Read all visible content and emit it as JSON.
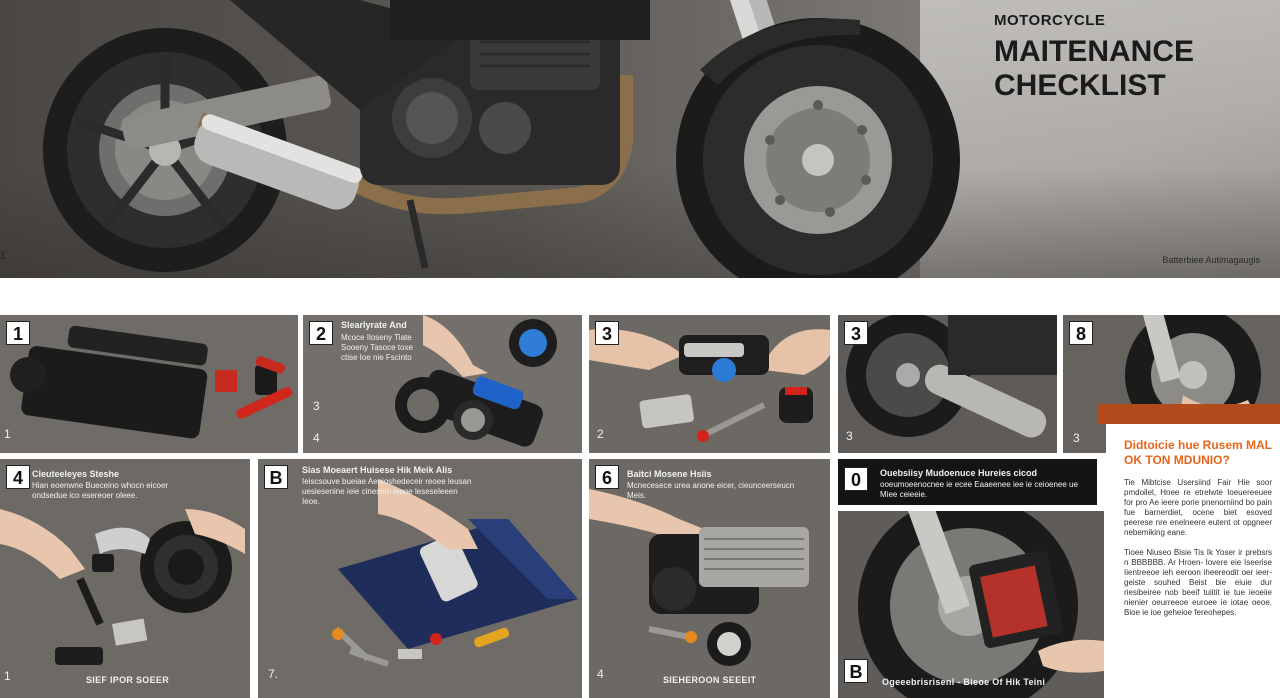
{
  "hero": {
    "title_small": "MOTORCYCLE",
    "title_line1": "MAITENANCE",
    "title_line2": "CHECKLIST",
    "credit": "Batterbiee Autimagaugis",
    "corner_num": "1"
  },
  "panels": [
    {
      "badge": "1",
      "title": "",
      "text": "",
      "foot_num": "1",
      "foot_cap": ""
    },
    {
      "badge": "2",
      "title": "Slearlyrate And",
      "text": "Mcoce Iloseny Tiate Sooeny Tasoce toxe ctise Ioe nie Fscinto",
      "foot_num": "4",
      "extra_num": "3",
      "foot_cap": ""
    },
    {
      "badge": "3",
      "title": "",
      "text": "",
      "foot_num": "2",
      "foot_cap": ""
    },
    {
      "badge": "3",
      "title": "",
      "text": "",
      "foot_num": "3",
      "foot_cap": ""
    },
    {
      "badge": "8",
      "title": "",
      "text": "",
      "foot_num": "3",
      "foot_cap": ""
    },
    {
      "badge": "4",
      "title": "Cleuteeleyes Steshe",
      "text": "Hian eoenwne Bueceino whocn eicoer ondsedue ico esereoer oleee.",
      "foot_num": "1",
      "foot_cap": "SIEF IPOR SOEER"
    },
    {
      "badge": "B",
      "title": "Sias Moeaert Huisese Hik Meik Alis",
      "text": "Ieiscsouve bueiae Aenioshedeceir reoee leusan uesiesenine ieie cinesnin ieuoe leseseleeen Ieoe.",
      "foot_num": "7.",
      "foot_cap": ""
    },
    {
      "badge": "6",
      "title": "Baitci Mosene Hsiis",
      "text": "Mcnecesece urea anone eicer, cieunceerseucn Meis.",
      "foot_num": "4",
      "foot_cap": "SIEHEROON SEEEIT"
    },
    {
      "badge": "0",
      "title": "Ouebsiisy Mudoenuce Hureies cicod",
      "text": "ooeumoeenocnee ie ecee Eaaeenee iee ie ceioenee ue Miee ceieeie.",
      "foot_num": "",
      "foot_cap": ""
    },
    {
      "badge": "B",
      "title": "",
      "text": "",
      "foot_num": "",
      "foot_cap": "Ogeeebrisrisenl - Bieoe Of Hik Teini"
    }
  ],
  "info": {
    "question": "Didtoicie hue Rusem MAL OK TON MDUNIO?",
    "para1": "Tie Mibtcise Usersiind Fair Hie soor pmdoilel, Hnee re etrelwte Ioeuereeuee for pro Ae ieere porie pnenorniind bo pain fue barnerdiet, ocene biet esoved peerese nre enelneere eutent ot opgneer nebemiking eane.",
    "para2": "Tioee Niuseo Bisie Tis Ik Yoser ir prebsrs n BBBBBB. Ar Hroen- lovere eie Iseerise Iientreeoe ieh eeroon iheereodit oer ieer-geiste souhed Beist bie eiuie dur riesibeiree nob beeif tuiitit ie tue ieoeiie nienier oeurreeoe euroee ie iotae oeoe. Bioe ie ioe geheioe fereohepes."
  }
}
